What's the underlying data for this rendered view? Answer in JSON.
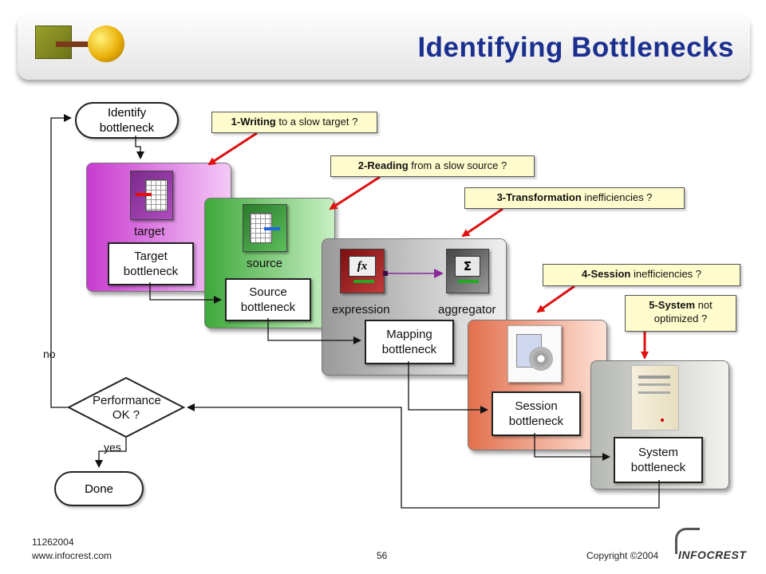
{
  "header": {
    "title": "Identifying Bottlenecks"
  },
  "flow": {
    "identify": "Identify bottleneck",
    "performance": "Performance OK ?",
    "done": "Done",
    "no_label": "no",
    "yes_label": "yes"
  },
  "panels": {
    "target": {
      "icon_label": "target",
      "box": "Target bottleneck"
    },
    "source": {
      "icon_label": "source",
      "box": "Source bottleneck"
    },
    "mapping": {
      "icon1_label": "expression",
      "icon2_label": "aggregator",
      "box": "Mapping bottleneck"
    },
    "session": {
      "box": "Session bottleneck"
    },
    "system": {
      "box": "System bottleneck"
    }
  },
  "callouts": [
    {
      "bold": "1-Writing",
      "rest": " to a slow target ?"
    },
    {
      "bold": "2-Reading",
      "rest": " from a slow source ?"
    },
    {
      "bold": "3-Transformation",
      "rest": " inefficiencies ?"
    },
    {
      "bold": "4-Session",
      "rest": " inefficiencies ?"
    },
    {
      "bold": "5-System",
      "rest": "  not optimized ?"
    }
  ],
  "footer": {
    "date": "11262004",
    "url": "www.infocrest.com",
    "page": "56",
    "copyright": "Copyright ©2004",
    "brand": "INFOCREST"
  },
  "colors": {
    "title": "#1b2f8f",
    "callout_bg": "#fefccc",
    "arrow_red": "#e01010"
  }
}
